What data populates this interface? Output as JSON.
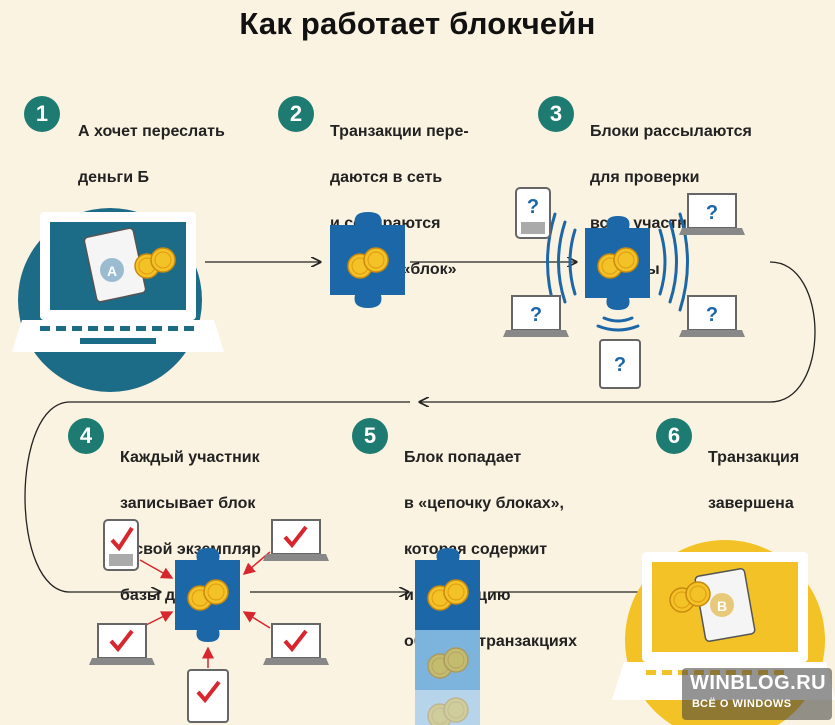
{
  "title": "Как работает блокчейн",
  "colors": {
    "teal": "#1d7b72",
    "blue": "#1c67a8",
    "yellow": "#f3c226",
    "red": "#d8262e",
    "bg": "#fbf3e1"
  },
  "steps": [
    {
      "num": "1",
      "lines": [
        "А хочет переслать",
        "деньги Б"
      ]
    },
    {
      "num": "2",
      "lines": [
        "Транзакции пере-",
        "даются в сеть",
        "и собираются",
        "в новый «блок»"
      ]
    },
    {
      "num": "3",
      "lines": [
        "Блоки рассылаются",
        "для проверки",
        "всем участникам",
        "системы"
      ]
    },
    {
      "num": "4",
      "lines": [
        "Каждый участник",
        "записывает блок",
        "в свой экземпляр",
        "базы данных"
      ]
    },
    {
      "num": "5",
      "lines": [
        "Блок попадает",
        "в «цепочку блоках»,",
        "которая содержит",
        "информацию",
        "обо всех транзакциях"
      ]
    },
    {
      "num": "6",
      "lines": [
        "Транзакция",
        "завершена"
      ]
    }
  ],
  "wallet_a_letter": "А",
  "wallet_b_letter": "В",
  "question_mark": "?",
  "watermark": {
    "site": "WINBLOG.RU",
    "tagline": "ВСЁ О WINDOWS"
  }
}
